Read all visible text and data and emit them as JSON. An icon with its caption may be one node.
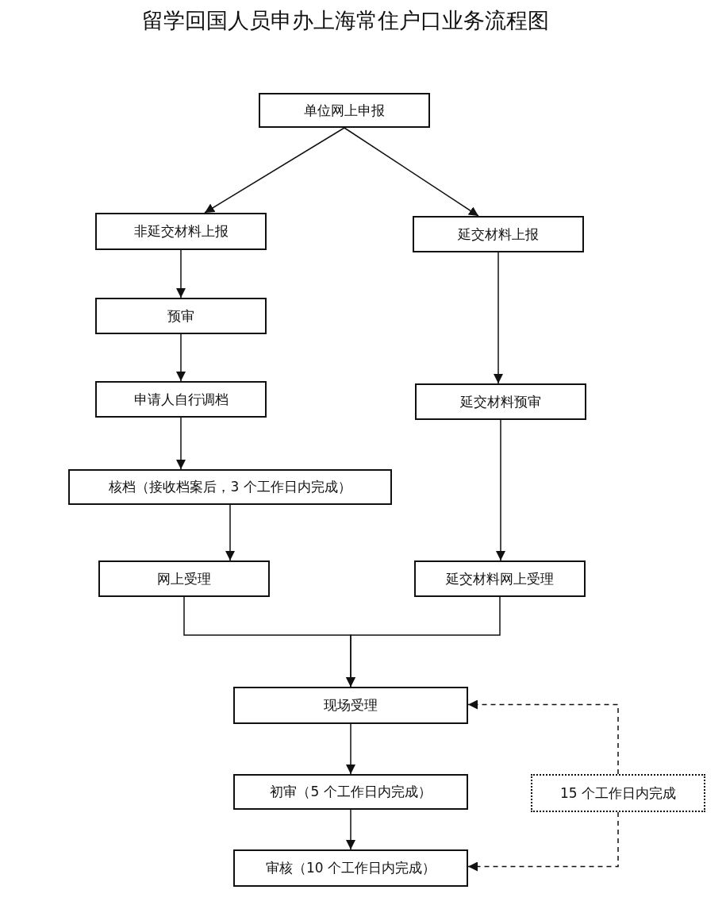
{
  "diagram": {
    "title": "留学回国人员申办上海常住户口业务流程图",
    "nodes": [
      {
        "text": [
          "单位网上申报"
        ]
      },
      {
        "text": [
          "非延交材料上报"
        ]
      },
      {
        "text": [
          "延交材料上报"
        ]
      },
      {
        "text": [
          "预审"
        ]
      },
      {
        "text": [
          "申请人自行调档"
        ]
      },
      {
        "text": [
          "延交材料预审"
        ]
      },
      {
        "text": [
          "核档（接收档案后，3 个工作日内完成）"
        ]
      },
      {
        "text": [
          "网上受理"
        ]
      },
      {
        "text": [
          "延交材料网上受理"
        ]
      },
      {
        "text": [
          "现场受理"
        ]
      },
      {
        "text": [
          "初审（5 个工作日内完成）"
        ]
      },
      {
        "text": [
          "15 个工作日内完成"
        ]
      },
      {
        "text": [
          "审核（10 个工作日内完成）"
        ]
      }
    ],
    "edges": [
      {
        "from": 0,
        "to": 1,
        "arrow": "to"
      },
      {
        "from": 0,
        "to": 2,
        "arrow": "to"
      },
      {
        "from": 1,
        "to": 3,
        "arrow": "to"
      },
      {
        "from": 3,
        "to": 4,
        "arrow": "to"
      },
      {
        "from": 4,
        "to": 6,
        "arrow": "to"
      },
      {
        "from": 6,
        "to": 7,
        "arrow": "to"
      },
      {
        "from": 2,
        "to": 5,
        "arrow": "to"
      },
      {
        "from": 5,
        "to": 8,
        "arrow": "to"
      },
      {
        "from": 7,
        "to": 9,
        "arrow": "to"
      },
      {
        "from": 8,
        "to": 9,
        "arrow": "to"
      },
      {
        "from": 9,
        "to": 10,
        "arrow": "to"
      },
      {
        "from": 10,
        "to": 12,
        "arrow": "to"
      },
      {
        "from": 11,
        "to": 9,
        "arrow": "to",
        "style": "dashed"
      },
      {
        "from": 11,
        "to": 12,
        "arrow": "to",
        "style": "dashed"
      }
    ]
  }
}
